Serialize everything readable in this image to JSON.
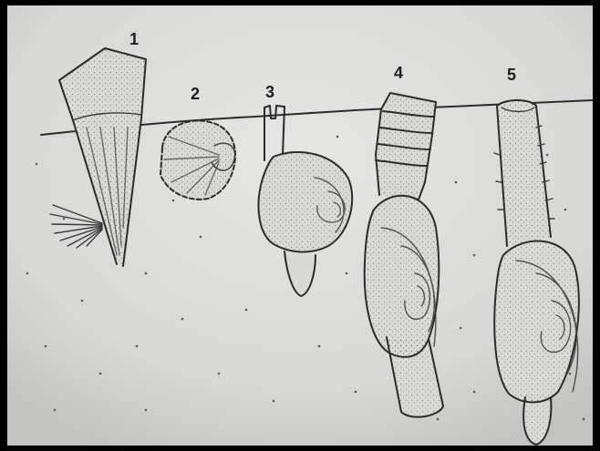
{
  "labels": {
    "one": "1",
    "two": "2",
    "three": "3",
    "four": "4",
    "five": "5"
  },
  "colors": {
    "paper": "#dcdcda",
    "ink": "#2b2b2b",
    "frame": "#000000"
  }
}
